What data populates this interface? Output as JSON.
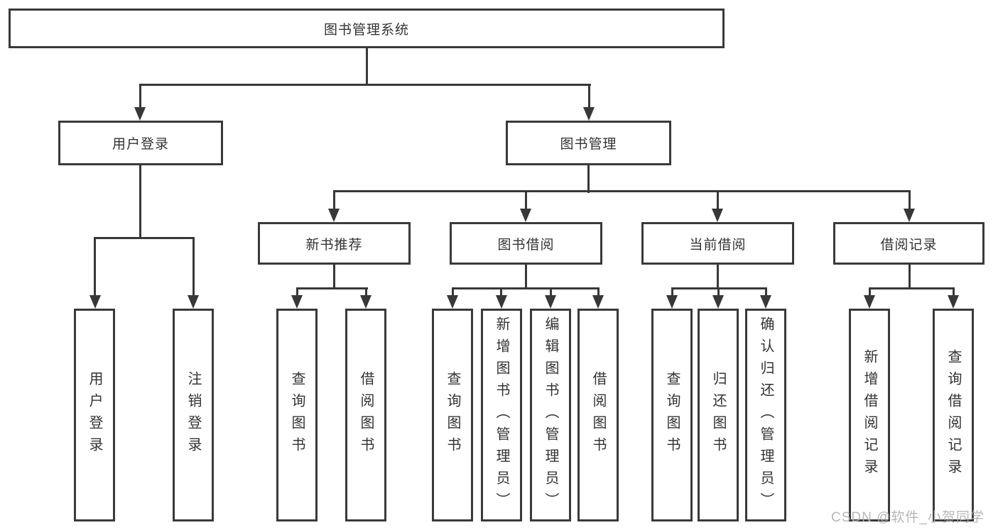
{
  "diagram_type": "hierarchy-tree",
  "colors": {
    "line": "#383838",
    "box_border": "#3a3a3a",
    "box_fill": "#ffffff",
    "text": "#333333",
    "watermark": "#afafaf"
  },
  "tree": {
    "root": {
      "label": "图书管理系统",
      "children": [
        {
          "label": "用户登录",
          "children": [
            {
              "label": "用户登录"
            },
            {
              "label": "注销登录"
            }
          ]
        },
        {
          "label": "图书管理",
          "children": [
            {
              "label": "新书推荐",
              "children": [
                {
                  "label": "查询图书"
                },
                {
                  "label": "借阅图书"
                }
              ]
            },
            {
              "label": "图书借阅",
              "children": [
                {
                  "label": "查询图书"
                },
                {
                  "label": "新增图书（管理员）"
                },
                {
                  "label": "编辑图书（管理员）"
                },
                {
                  "label": "借阅图书"
                }
              ]
            },
            {
              "label": "当前借阅",
              "children": [
                {
                  "label": "查询图书"
                },
                {
                  "label": "归还图书"
                },
                {
                  "label": "确认归还（管理员）"
                }
              ]
            },
            {
              "label": "借阅记录",
              "children": [
                {
                  "label": "新增借阅记录"
                },
                {
                  "label": "查询借阅记录"
                }
              ]
            }
          ]
        }
      ]
    }
  },
  "watermark": {
    "text": "CSDN @软件_小贺同学"
  }
}
